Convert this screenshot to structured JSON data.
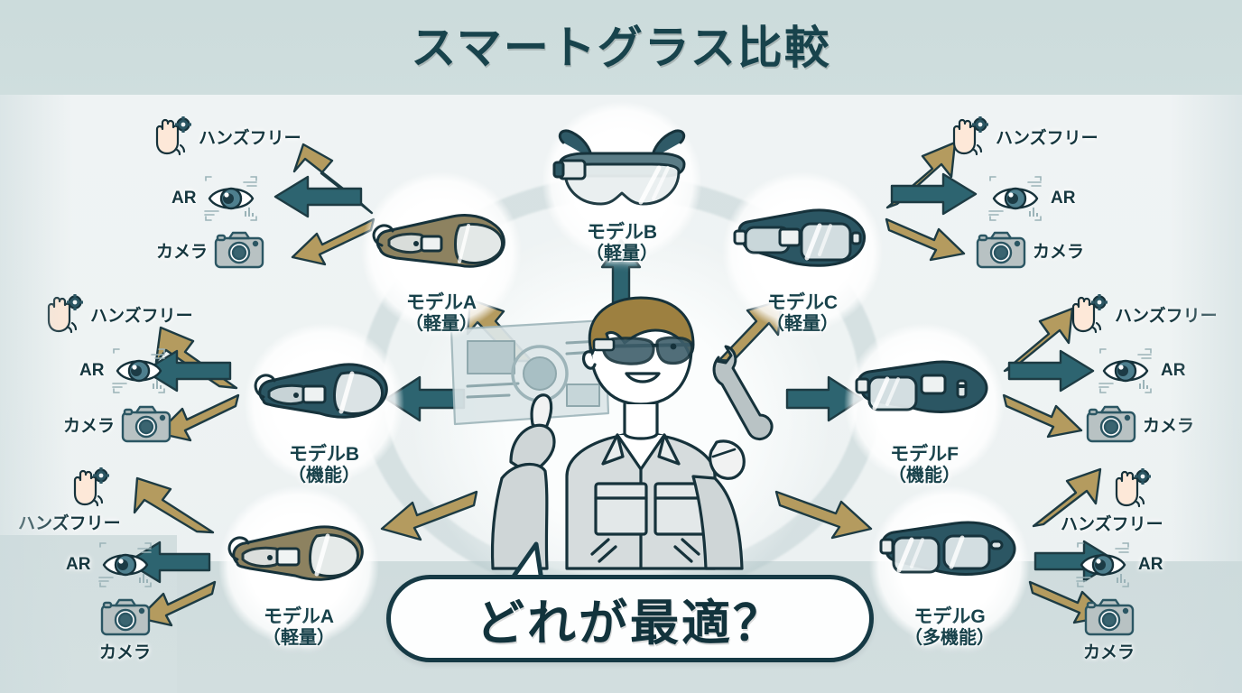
{
  "page": {
    "title": "スマートグラス比較",
    "question_bubble": "どれが最適？",
    "colors": {
      "header_band": "#cedddd",
      "body_bg": "#eef3f4",
      "floor_band": "#cfdcdd",
      "title_text": "#18434c",
      "arrow_teal": "#2d6470",
      "arrow_khaki": "#b49b5f",
      "glasses_dark": "#23505c",
      "glasses_khaki": "#8d8260",
      "outline": "#16323b"
    }
  },
  "center": {
    "character_name": "worker-with-smart-glasses",
    "left_prop": "holographic-panel",
    "right_prop": "wrench"
  },
  "feature_labels": {
    "hands_free": "ハンズフリー",
    "ar": "AR",
    "camera": "カメラ"
  },
  "nodes": [
    {
      "id": "model-a-top-left",
      "name": "モデルA",
      "variant": "（軽量）",
      "frame": "khaki",
      "style": "visor",
      "side": "left",
      "features": [
        "ハンズフリー",
        "AR",
        "カメラ"
      ]
    },
    {
      "id": "model-b-top-center",
      "name": "モデルB",
      "variant": "（軽量）",
      "frame": "dark",
      "style": "goggle",
      "side": "center",
      "features": []
    },
    {
      "id": "model-c-top-right",
      "name": "モデルC",
      "variant": "（軽量）",
      "frame": "dark",
      "style": "rect",
      "side": "right",
      "features": [
        "ハンズフリー",
        "AR",
        "カメラ"
      ]
    },
    {
      "id": "model-b-mid-left",
      "name": "モデルB",
      "variant": "（機能）",
      "frame": "dark",
      "style": "visor",
      "side": "left",
      "features": [
        "ハンズフリー",
        "AR",
        "カメラ"
      ]
    },
    {
      "id": "model-f-mid-right",
      "name": "モデルF",
      "variant": "（機能）",
      "frame": "dark",
      "style": "rect",
      "side": "right",
      "features": [
        "ハンズフリー",
        "AR",
        "カメラ"
      ]
    },
    {
      "id": "model-a-bottom-left",
      "name": "モデルA",
      "variant": "（軽量）",
      "frame": "khaki",
      "style": "visor",
      "side": "left",
      "features": [
        "ハンズフリー",
        "AR",
        "カメラ"
      ]
    },
    {
      "id": "model-g-bottom-right",
      "name": "モデルG",
      "variant": "（多機能）",
      "frame": "dark",
      "style": "rect",
      "side": "right",
      "features": [
        "ハンズフリー",
        "AR",
        "カメラ"
      ]
    }
  ],
  "icons": {
    "hand_gear": "hand-gear-icon",
    "eye_ar": "eye-ar-icon",
    "camera": "camera-icon",
    "arrow_teal": "arrow-teal-icon",
    "arrow_khaki": "arrow-khaki-icon"
  }
}
